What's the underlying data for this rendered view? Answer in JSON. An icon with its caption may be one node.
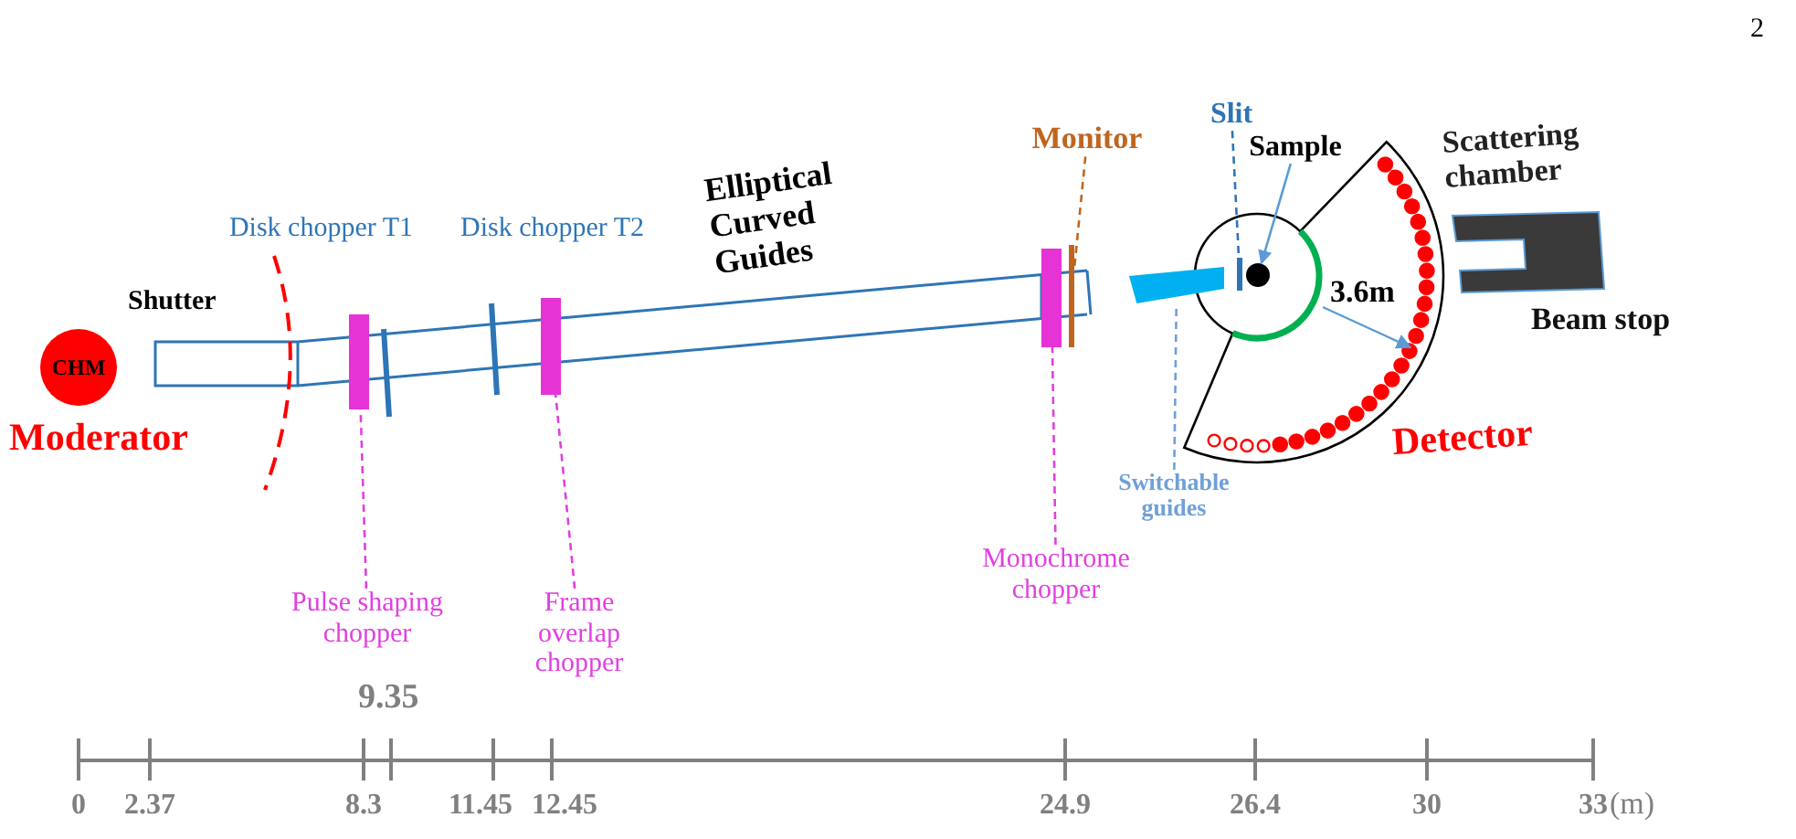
{
  "diagram": {
    "nodes": [
      {
        "text": [
          "CHM"
        ],
        "beside": [
          "Moderator"
        ]
      },
      {
        "text": [
          "Pulse shaping chopper"
        ]
      },
      {
        "text": [],
        "shape": "bar"
      },
      {
        "text": [
          "Frame overlap chopper"
        ]
      },
      {
        "text": [],
        "shape": "bar"
      },
      {
        "text": [
          "Monochrome chopper"
        ]
      },
      {
        "text": [],
        "shape": "bar"
      },
      {
        "text": [
          "Monitor"
        ]
      },
      {
        "text": [],
        "shape": "bar"
      },
      {
        "text": [
          "Slit"
        ]
      },
      {
        "text": [],
        "shape": "bar"
      },
      {
        "text": [
          "Switchable guides"
        ]
      },
      {
        "text": [],
        "shape": "box"
      },
      {
        "text": [
          "Sample"
        ]
      },
      {
        "text": [],
        "shape": "circle"
      }
    ],
    "edges": [
      {
        "from": 1,
        "to": 2,
        "arrow": "none",
        "style": "dashed",
        "color": "#e040e0"
      },
      {
        "from": 3,
        "to": 4,
        "arrow": "none",
        "style": "dashed",
        "color": "#e040e0"
      },
      {
        "from": 5,
        "to": 6,
        "arrow": "none",
        "style": "dashed",
        "color": "#e040e0"
      },
      {
        "from": 7,
        "to": 8,
        "arrow": "none",
        "style": "dashed",
        "color": "#c0651f"
      },
      {
        "from": 9,
        "to": 10,
        "arrow": "none",
        "style": "dashed",
        "color": "#2e75b6"
      },
      {
        "from": 11,
        "to": 12,
        "arrow": "none",
        "style": "dashed",
        "color": "#6fa0d8"
      },
      {
        "from": 13,
        "to": 14,
        "arrow": "to",
        "color": "#5b9bd5"
      }
    ],
    "labels": [
      "2",
      "Disk chopper T1",
      "Disk chopper T2",
      "Shutter",
      "Elliptical Curved Guides",
      "Scattering chamber",
      "Beam stop",
      "3.6m",
      "Detector",
      "9.35",
      "0",
      "2.37",
      "8.3",
      "11.45",
      "12.45",
      "24.9",
      "26.4",
      "30",
      "33",
      "(m)"
    ]
  }
}
